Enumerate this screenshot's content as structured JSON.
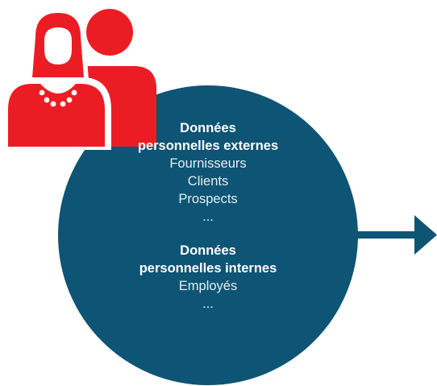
{
  "colors": {
    "circle": "#0e5474",
    "arrow": "#0e5474",
    "people_icon": "#ec1c24",
    "text": "#ffffff"
  },
  "icons": {
    "people": "people-icon"
  },
  "groups": [
    {
      "heading_line1": "Données",
      "heading_line2": "personnelles externes",
      "items": [
        "Fournisseurs",
        "Clients",
        "Prospects",
        "..."
      ]
    },
    {
      "heading_line1": "Données",
      "heading_line2": "personnelles internes",
      "items": [
        "Employés",
        "..."
      ]
    }
  ]
}
